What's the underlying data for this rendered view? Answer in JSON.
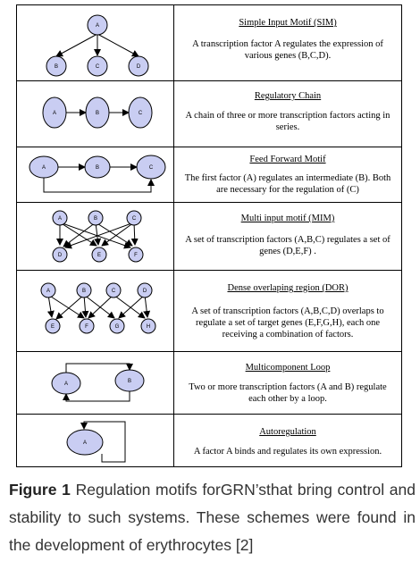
{
  "motifs": [
    {
      "title": "Simple Input Motif  (SIM)",
      "desc": "A transcription factor A regulates the expression of various genes (B,C,D).",
      "nodes": [
        "A",
        "B",
        "C",
        "D"
      ]
    },
    {
      "title": "Regulatory Chain",
      "desc": "A chain of three or more transcription factors acting in series.",
      "nodes": [
        "A",
        "B",
        "C"
      ]
    },
    {
      "title": "Feed Forward Motif",
      "desc": "The first factor (A) regulates an intermediate (B). Both are necessary for the regulation of (C)",
      "nodes": [
        "A",
        "B",
        "C"
      ]
    },
    {
      "title": "Multi input motif (MIM)",
      "desc": "A set of transcription factors (A,B,C) regulates a set of genes (D,E,F) .",
      "nodes": [
        "A",
        "B",
        "C",
        "D",
        "E",
        "F"
      ]
    },
    {
      "title": "Dense overlaping region (DOR)",
      "desc": "A set of transcription factors (A,B,C,D) overlaps to regulate a set of target genes (E,F,G,H), each one receiving a combination of factors.",
      "nodes": [
        "A",
        "B",
        "C",
        "D",
        "E",
        "F",
        "G",
        "H"
      ]
    },
    {
      "title": "Multicomponent Loop",
      "desc": "Two or more transcription factors (A and B) regulate each other by a loop.",
      "nodes": [
        "A",
        "B"
      ]
    },
    {
      "title": "Autoregulation",
      "desc": "A factor A binds and regulates its own expression.",
      "nodes": [
        "A"
      ]
    }
  ],
  "caption": {
    "label": "Figure 1",
    "text": " Regulation motifs forGRN’sthat bring control and stability to such systems. These schemes were found in the development of erythrocytes [2]"
  },
  "colors": {
    "node_fill": "#c9cdf2",
    "stroke": "#000000"
  }
}
